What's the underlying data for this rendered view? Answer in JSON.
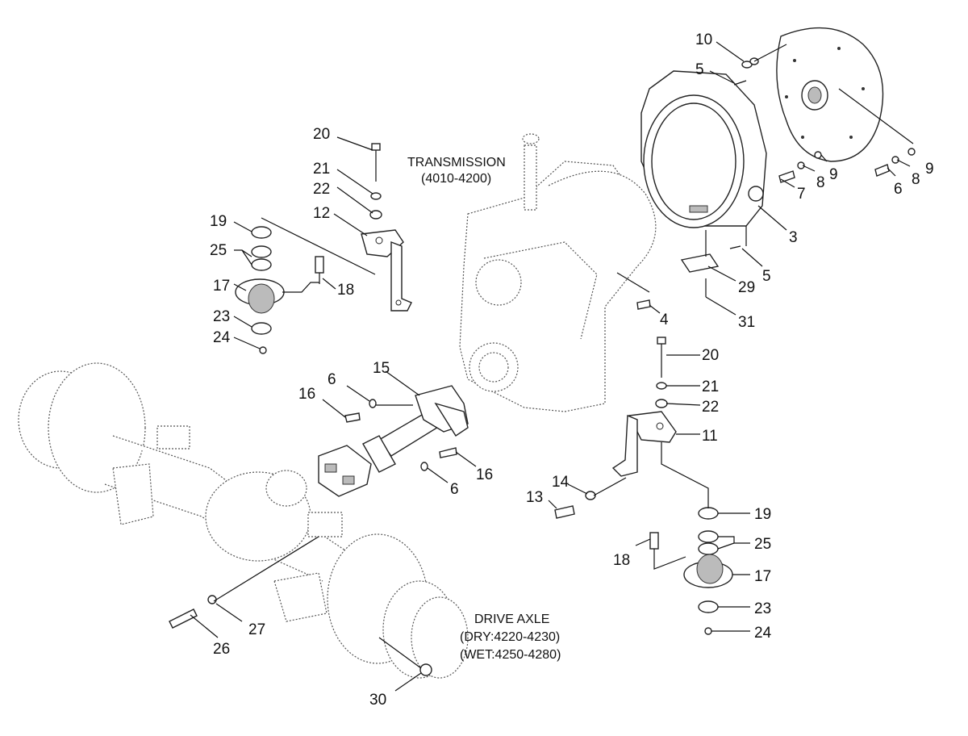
{
  "captions": {
    "transmission_line1": "TRANSMISSION",
    "transmission_line2": "(4010-4200)",
    "axle_line1": "DRIVE AXLE",
    "axle_line2": "(DRY:4220-4230)",
    "axle_line3": "(WET:4250-4280)"
  },
  "callouts": {
    "c10": "10",
    "c5a": "5",
    "c9a": "9",
    "c9b": "9",
    "c8a": "8",
    "c8b": "8",
    "c7": "7",
    "c6a": "6",
    "c3": "3",
    "c5b": "5",
    "c29": "29",
    "c31": "31",
    "c4": "4",
    "c20a": "20",
    "c21a": "21",
    "c22a": "22",
    "c12": "12",
    "c19a": "19",
    "c25a": "25",
    "c17a": "17",
    "c18a": "18",
    "c23a": "23",
    "c24a": "24",
    "c15": "15",
    "c6b": "6",
    "c16a": "16",
    "c16b": "16",
    "c6c": "6",
    "c20b": "20",
    "c21b": "21",
    "c22b": "22",
    "c11": "11",
    "c14": "14",
    "c13": "13",
    "c19b": "19",
    "c25b": "25",
    "c18b": "18",
    "c17b": "17",
    "c23b": "23",
    "c24b": "24",
    "c27": "27",
    "c26": "26",
    "c30": "30"
  }
}
